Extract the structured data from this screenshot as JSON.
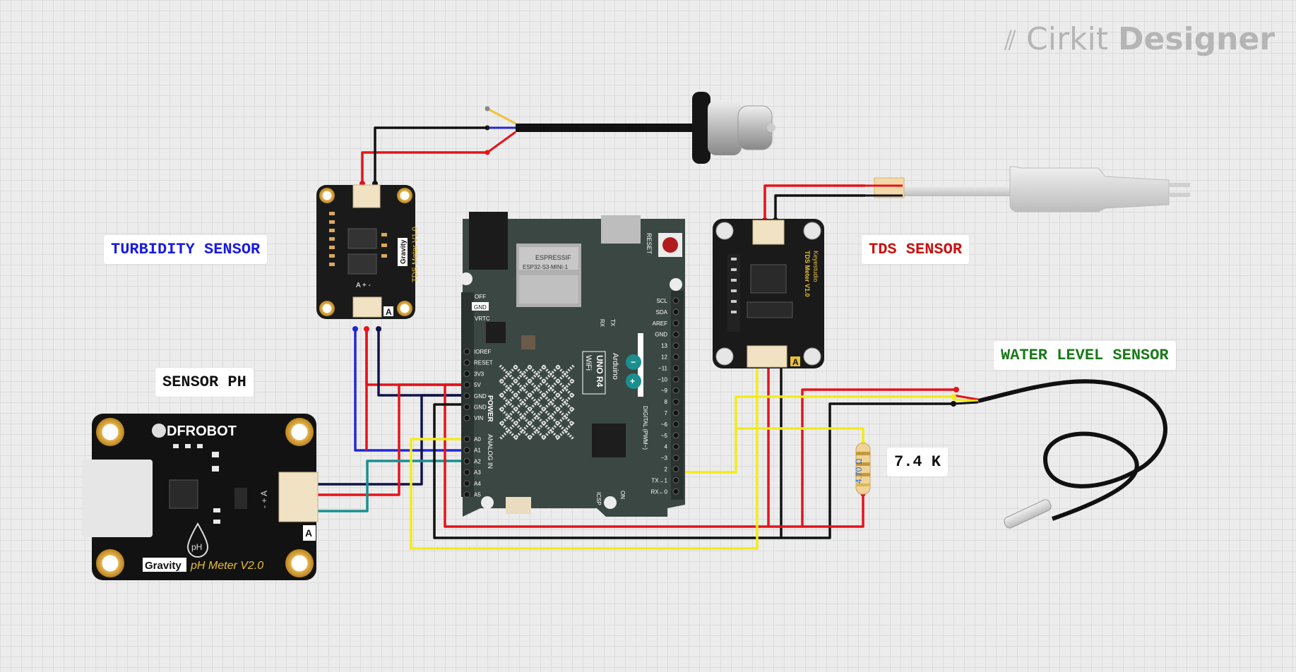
{
  "brand": {
    "name": "Cirkit",
    "product": "Designer",
    "logo_icon": "cirkit-logo-icon"
  },
  "labels": {
    "turbidity": {
      "text": "TURBIDITY SENSOR",
      "color": "#1a1ae6"
    },
    "tds": {
      "text": "TDS SENSOR",
      "color": "#cc1111"
    },
    "ph": {
      "text": "SENSOR PH",
      "color": "#111111"
    },
    "water_level": {
      "text": "WATER LEVEL SENSOR",
      "color": "#1a7a1a"
    },
    "resistor_value": {
      "text": "7.4 K",
      "color": "#111111"
    }
  },
  "arduino": {
    "module": "ESPRESSIF",
    "module_sub": "ESP32-S3-MINI-1",
    "board_name": "Arduino",
    "board_model": "UNO R4",
    "board_variant": "WiFi",
    "reset": "RESET",
    "power_header": "POWER",
    "analog_header": "ANALOG IN",
    "digital_header": "DIGITAL (PWM~)",
    "icsp": "ICSP",
    "tx": "TX",
    "rx": "RX",
    "on": "ON",
    "off": "OFF",
    "gnd_top": "GND",
    "vrtc": "VRTC",
    "power_pins": [
      "IOREF",
      "RESET",
      "3V3",
      "5V",
      "GND",
      "GND",
      "VIN"
    ],
    "analog_pins": [
      "A0",
      "A1",
      "A2",
      "A3",
      "A4",
      "A5"
    ],
    "digital_pins": [
      "SCL",
      "SDA",
      "AREF",
      "GND",
      "13",
      "12",
      "~11",
      "~10",
      "~9",
      "8",
      "7",
      "~6",
      "~5",
      "4",
      "~3",
      "2",
      "TX→1",
      "RX←0"
    ]
  },
  "turbidity_board": {
    "brand": "Gravity",
    "title": "TDS Meter V1.0",
    "pins": "A + -",
    "corner": "A"
  },
  "tds_board": {
    "brand": "Keyestudio",
    "title": "TDS Meter V1.0",
    "corner": "A"
  },
  "ph_board": {
    "brand": "DFROBOT",
    "gravity": "Gravity",
    "title": "pH Meter V2.0",
    "ph_icon": "pH",
    "corner": "A",
    "pins": "- + A"
  },
  "resistor": {
    "value": "4.70 Ω"
  },
  "colors": {
    "red": "#e4141a",
    "black": "#111111",
    "yellow": "#f2ec1a",
    "blue": "#2426d6",
    "navy": "#11134a",
    "teal": "#1b8f8f",
    "board_green": "#3b4743",
    "board_black": "#1a1a1a",
    "gold": "#e4b14a"
  }
}
